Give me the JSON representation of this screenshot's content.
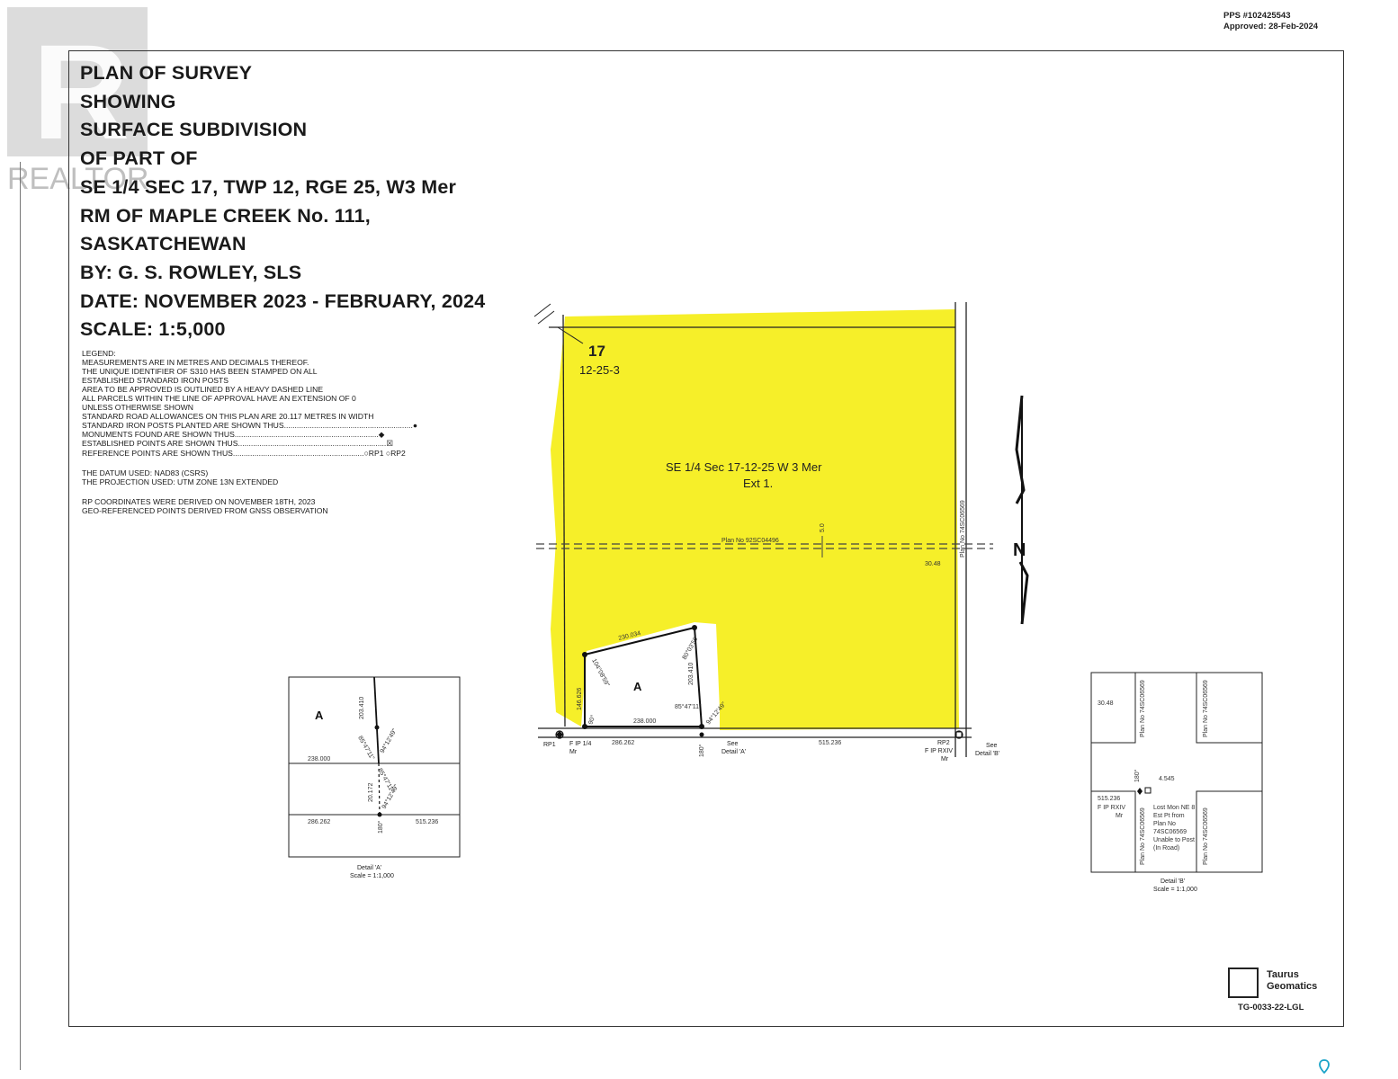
{
  "header": {
    "pps": "PPS #102425543",
    "approved": "Approved: 28-Feb-2024"
  },
  "watermark": {
    "text": "REALTOR",
    "mark": "R"
  },
  "title_lines": [
    "PLAN OF SURVEY",
    "SHOWING",
    "SURFACE SUBDIVISION",
    "OF PART OF",
    "SE 1/4 SEC 17, TWP 12, RGE 25, W3 Mer",
    "RM OF MAPLE CREEK No. 111,",
    "SASKATCHEWAN",
    "BY: G. S. ROWLEY, SLS",
    "DATE: NOVEMBER 2023 - FEBRUARY, 2024",
    "SCALE: 1:5,000"
  ],
  "legend": {
    "heading": "LEGEND:",
    "lines": [
      "MEASUREMENTS ARE IN METRES AND DECIMALS THEREOF.",
      "THE UNIQUE IDENTIFIER OF S310 HAS BEEN STAMPED ON ALL",
      "ESTABLISHED STANDARD IRON POSTS",
      "AREA TO BE APPROVED IS OUTLINED BY A HEAVY DASHED LINE",
      "ALL PARCELS WITHIN THE LINE OF APPROVAL HAVE AN EXTENSION OF 0",
      "UNLESS OTHERWISE SHOWN",
      "STANDARD ROAD ALLOWANCES ON THIS PLAN ARE 20.117 METRES IN WIDTH"
    ],
    "symbols": [
      {
        "label": "STANDARD IRON POSTS PLANTED ARE SHOWN THUS",
        "icon": "filled-circle"
      },
      {
        "label": "MONUMENTS FOUND ARE SHOWN THUS",
        "icon": "filled-diamond"
      },
      {
        "label": "ESTABLISHED POINTS ARE SHOWN THUS",
        "icon": "crossed-square"
      },
      {
        "label": "REFERENCE POINTS ARE SHOWN THUS",
        "icon": "open-circle",
        "ref1": "RP1",
        "ref2": "RP2"
      }
    ],
    "datum": "THE DATUM USED: NAD83 (CSRS)",
    "projection": "THE PROJECTION USED: UTM ZONE 13N EXTENDED",
    "rp_note": "RP COORDINATES WERE DERIVED ON NOVEMBER 18th, 2023",
    "geo_note": "GEO-REFERENCED POINTS DERIVED FROM GNSS OBSERVATION"
  },
  "plan": {
    "section_number": "17",
    "section_code": "12-25-3",
    "parcel_title": "SE 1/4 Sec 17-12-25  W 3 Mer",
    "parcel_ext": "Ext 1.",
    "plan_road": "Plan No 92SC04496",
    "plan_road_width": "5.0",
    "plan_east": "Plan No 74SC06569",
    "dim_3048": "30.48",
    "parcel_a": "A",
    "dim_230034": "230.034",
    "dim_238000": "238.000",
    "dim_146626": "146.626",
    "dim_203410": "203.410",
    "ang_104": "104°08'59\"",
    "ang_80": "80°03'50\"",
    "ang_85": "85°47'11\"",
    "ang_94": "94°12'49\"",
    "ang_90": "90°",
    "ang_180": "180°",
    "rp1": "RP1",
    "rp2": "RP2",
    "fip_quarter": "F IP 1/4",
    "fip_quarter_mr": "Mr",
    "fip_rxiv": "F IP RXIV",
    "fip_rxiv_mr": "Mr",
    "dim_286262": "286.262",
    "dim_515236": "515.236",
    "see_a": "See",
    "see_a2": "Detail 'A'",
    "see_b": "See",
    "see_b2": "Detail 'B'",
    "north": "N"
  },
  "detail_a": {
    "parcel": "A",
    "dim_203410": "203.410",
    "dim_238000": "238.000",
    "ang_85": "85°47'11\"",
    "ang_94": "94°12'49\"",
    "ang_85b": "85°47'11\"",
    "dim_20172": "20.172",
    "ang_94b": "94°12'49\"",
    "dim_286262": "286.262",
    "ang_180": "180°",
    "dim_515236": "515.236",
    "caption": "Detail 'A'",
    "scale": "Scale = 1:1,000"
  },
  "detail_b": {
    "dim_3048": "30.48",
    "plan_1": "Plan No 74SC06569",
    "plan_2": "Plan No 74SC06569",
    "ang_180": "180°",
    "dim_4545": "4.545",
    "dim_515236": "515.236",
    "fip": "F IP RXIV",
    "fip_mr": "Mr",
    "lost_1": "Lost Mon NE 8",
    "lost_2": "Est Pt from",
    "lost_3": "Plan No",
    "lost_4": "74SC06569",
    "lost_5": "Unable to Post",
    "lost_6": "(In Road)",
    "plan_3": "Plan No 74SC06569",
    "plan_4": "Plan No 74SC06569",
    "caption": "Detail 'B'",
    "scale": "Scale = 1:1,000"
  },
  "footer": {
    "company_1": "Taurus",
    "company_2": "Geomatics",
    "code": "TG-0033-22-LGL"
  },
  "colors": {
    "highlight": "#f6ee1e",
    "ink": "#1a1a1a"
  }
}
